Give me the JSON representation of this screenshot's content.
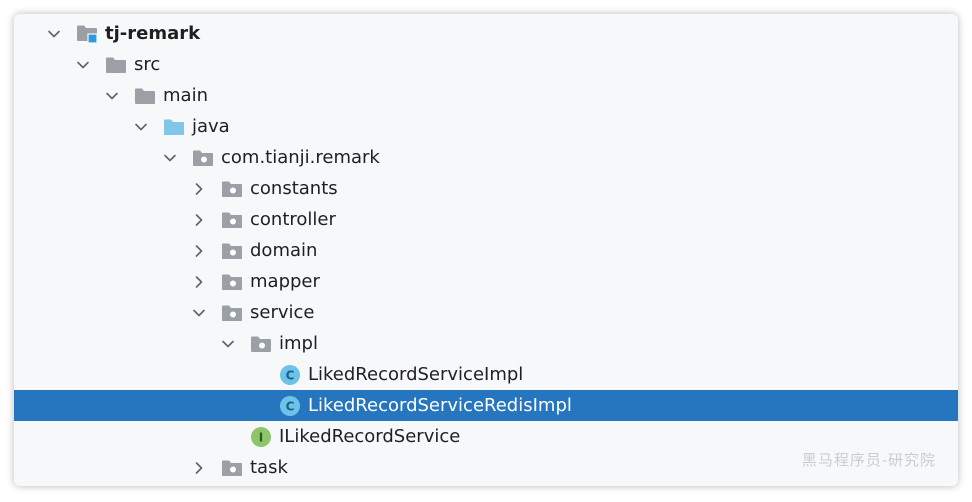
{
  "colors": {
    "panel_bg": "#f7f8fa",
    "selection": "#2675bf",
    "folder": "#9aa0a6",
    "source_folder": "#7fc6e9",
    "class_icon": "#6cc3ea",
    "interface_icon": "#8cc56a",
    "text": "#1f1f1f"
  },
  "tree": [
    {
      "label": "tj-remark",
      "depth": 0,
      "expanded": true,
      "icon": "module-folder-icon",
      "bold": true
    },
    {
      "label": "src",
      "depth": 1,
      "expanded": true,
      "icon": "folder-icon"
    },
    {
      "label": "main",
      "depth": 2,
      "expanded": true,
      "icon": "folder-icon"
    },
    {
      "label": "java",
      "depth": 3,
      "expanded": true,
      "icon": "source-folder-icon"
    },
    {
      "label": "com.tianji.remark",
      "depth": 4,
      "expanded": true,
      "icon": "package-icon"
    },
    {
      "label": "constants",
      "depth": 5,
      "expanded": false,
      "icon": "package-icon"
    },
    {
      "label": "controller",
      "depth": 5,
      "expanded": false,
      "icon": "package-icon"
    },
    {
      "label": "domain",
      "depth": 5,
      "expanded": false,
      "icon": "package-icon"
    },
    {
      "label": "mapper",
      "depth": 5,
      "expanded": false,
      "icon": "package-icon"
    },
    {
      "label": "service",
      "depth": 5,
      "expanded": true,
      "icon": "package-icon"
    },
    {
      "label": "impl",
      "depth": 6,
      "expanded": true,
      "icon": "package-icon"
    },
    {
      "label": "LikedRecordServiceImpl",
      "depth": 7,
      "leaf": true,
      "icon": "class-icon"
    },
    {
      "label": "LikedRecordServiceRedisImpl",
      "depth": 7,
      "leaf": true,
      "icon": "class-icon",
      "selected": true
    },
    {
      "label": "ILikedRecordService",
      "depth": 6,
      "leaf": true,
      "icon": "interface-icon"
    },
    {
      "label": "task",
      "depth": 5,
      "expanded": false,
      "icon": "package-icon"
    }
  ],
  "icons": {
    "class_letter": "C",
    "interface_letter": "I"
  },
  "watermark": "黑马程序员-研究院"
}
